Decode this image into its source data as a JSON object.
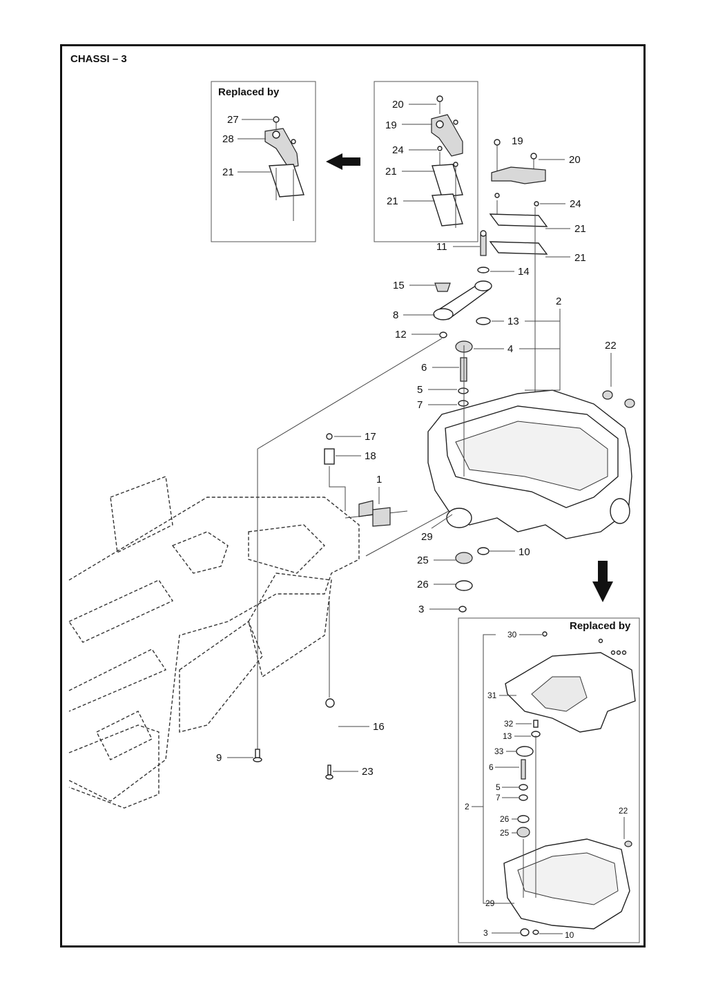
{
  "title": "CHASSI – 3",
  "inset_left": {
    "heading": "Replaced by",
    "callouts": [
      "27",
      "28",
      "21"
    ]
  },
  "inset_mid": {
    "callouts": [
      "20",
      "19",
      "24",
      "21",
      "21"
    ]
  },
  "inset_right": {
    "heading": "Replaced by",
    "callouts": [
      "30",
      "31",
      "32",
      "13",
      "33",
      "6",
      "5",
      "7",
      "2",
      "26",
      "25",
      "22",
      "29",
      "3",
      "10"
    ]
  },
  "main_callouts": [
    "19",
    "20",
    "24",
    "21",
    "21",
    "11",
    "14",
    "15",
    "2",
    "8",
    "13",
    "12",
    "4",
    "22",
    "6",
    "5",
    "7",
    "17",
    "18",
    "1",
    "29",
    "25",
    "10",
    "26",
    "3",
    "16",
    "9",
    "23"
  ],
  "colors": {
    "ink": "#111111",
    "fill": "#d8d8d8"
  },
  "icons": [
    "arrow-left-icon",
    "arrow-down-icon"
  ]
}
